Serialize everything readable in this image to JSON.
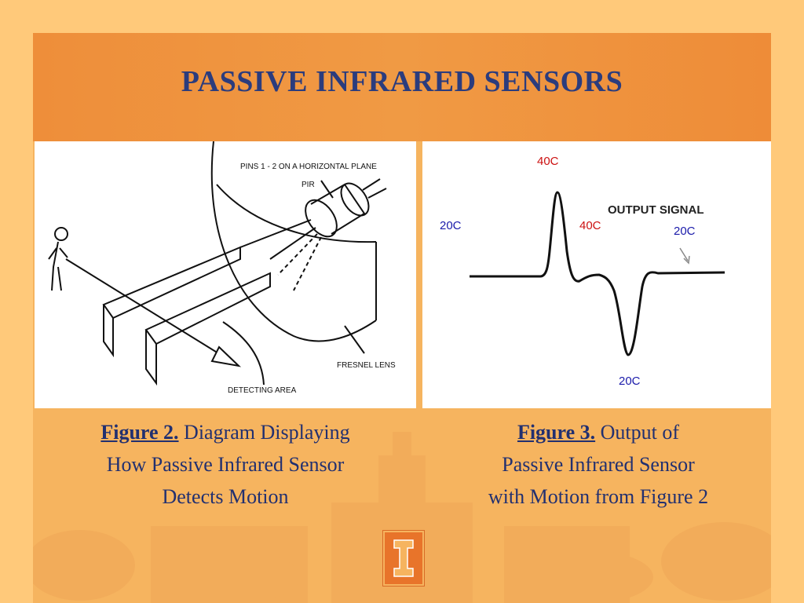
{
  "title": "PASSIVE INFRARED SENSORS",
  "figure2": {
    "labels": {
      "pins": "PINS 1 - 2 ON A HORIZONTAL PLANE",
      "pir": "PIR",
      "fresnel": "FRESNEL LENS",
      "detecting": "DETECTING AREA"
    },
    "caption_label": "Figure 2.",
    "caption_line1": " Diagram Displaying",
    "caption_line2": "How Passive Infrared Sensor",
    "caption_line3": "Detects Motion"
  },
  "figure3": {
    "labels": {
      "output": "OUTPUT SIGNAL",
      "left_20c": "20C",
      "peak_40c": "40C",
      "mid_40c": "40C",
      "right_20c": "20C",
      "trough_20c": "20C"
    },
    "caption_label": "Figure 3.",
    "caption_line1": " Output of",
    "caption_line2": "Passive Infrared Sensor",
    "caption_line3": "with Motion from Figure 2"
  },
  "colors": {
    "title": "#2B3C7D",
    "red_label": "#CC1111",
    "blue_label": "#1A1AAA",
    "slide": "#F6B45F",
    "header": "#EE8E3A"
  },
  "icons": {
    "logo": "block-i-logo-icon"
  }
}
